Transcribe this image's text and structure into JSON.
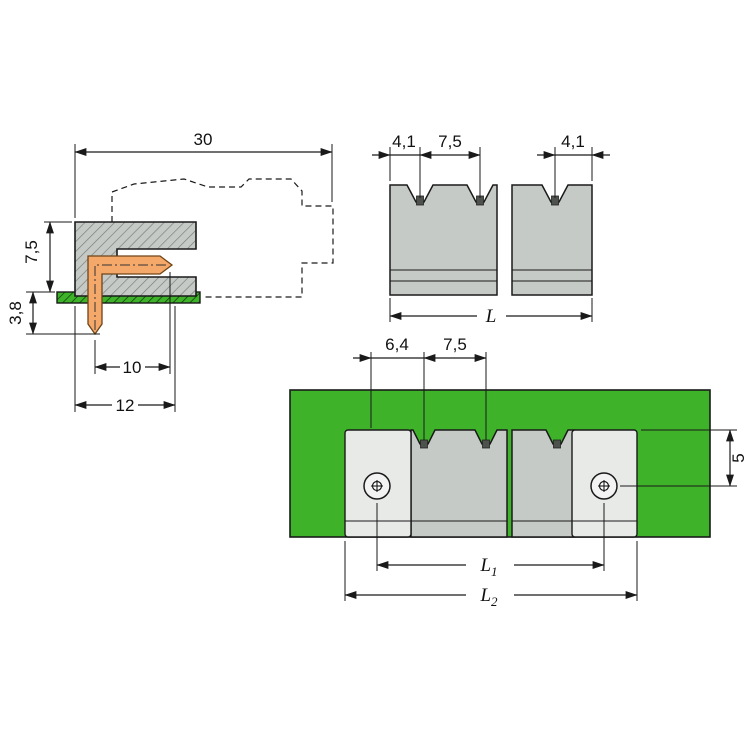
{
  "drawing": {
    "side_view": {
      "overall_depth": "30",
      "height_above_board": "7,5",
      "pin_below_board": "3,8",
      "pin_length": "10",
      "body_depth": "12"
    },
    "front_view": {
      "end_to_pin": "4,1",
      "pin_pitch": "7,5",
      "pin_to_end": "4,1",
      "total_length": "L"
    },
    "board_view": {
      "end_to_pin": "6,4",
      "pin_pitch": "7,5",
      "hole_offset": "5",
      "l1_base": "L",
      "l1_sub": "1",
      "l2_base": "L",
      "l2_sub": "2"
    }
  },
  "colors": {
    "board_green": "#3eb32a",
    "body_gray": "#c6cac6",
    "plate_light": "#e8eae8",
    "pin_copper": "#f4a96b",
    "contact_dark": "#4d524d",
    "line_black": "#1a1a1a"
  }
}
